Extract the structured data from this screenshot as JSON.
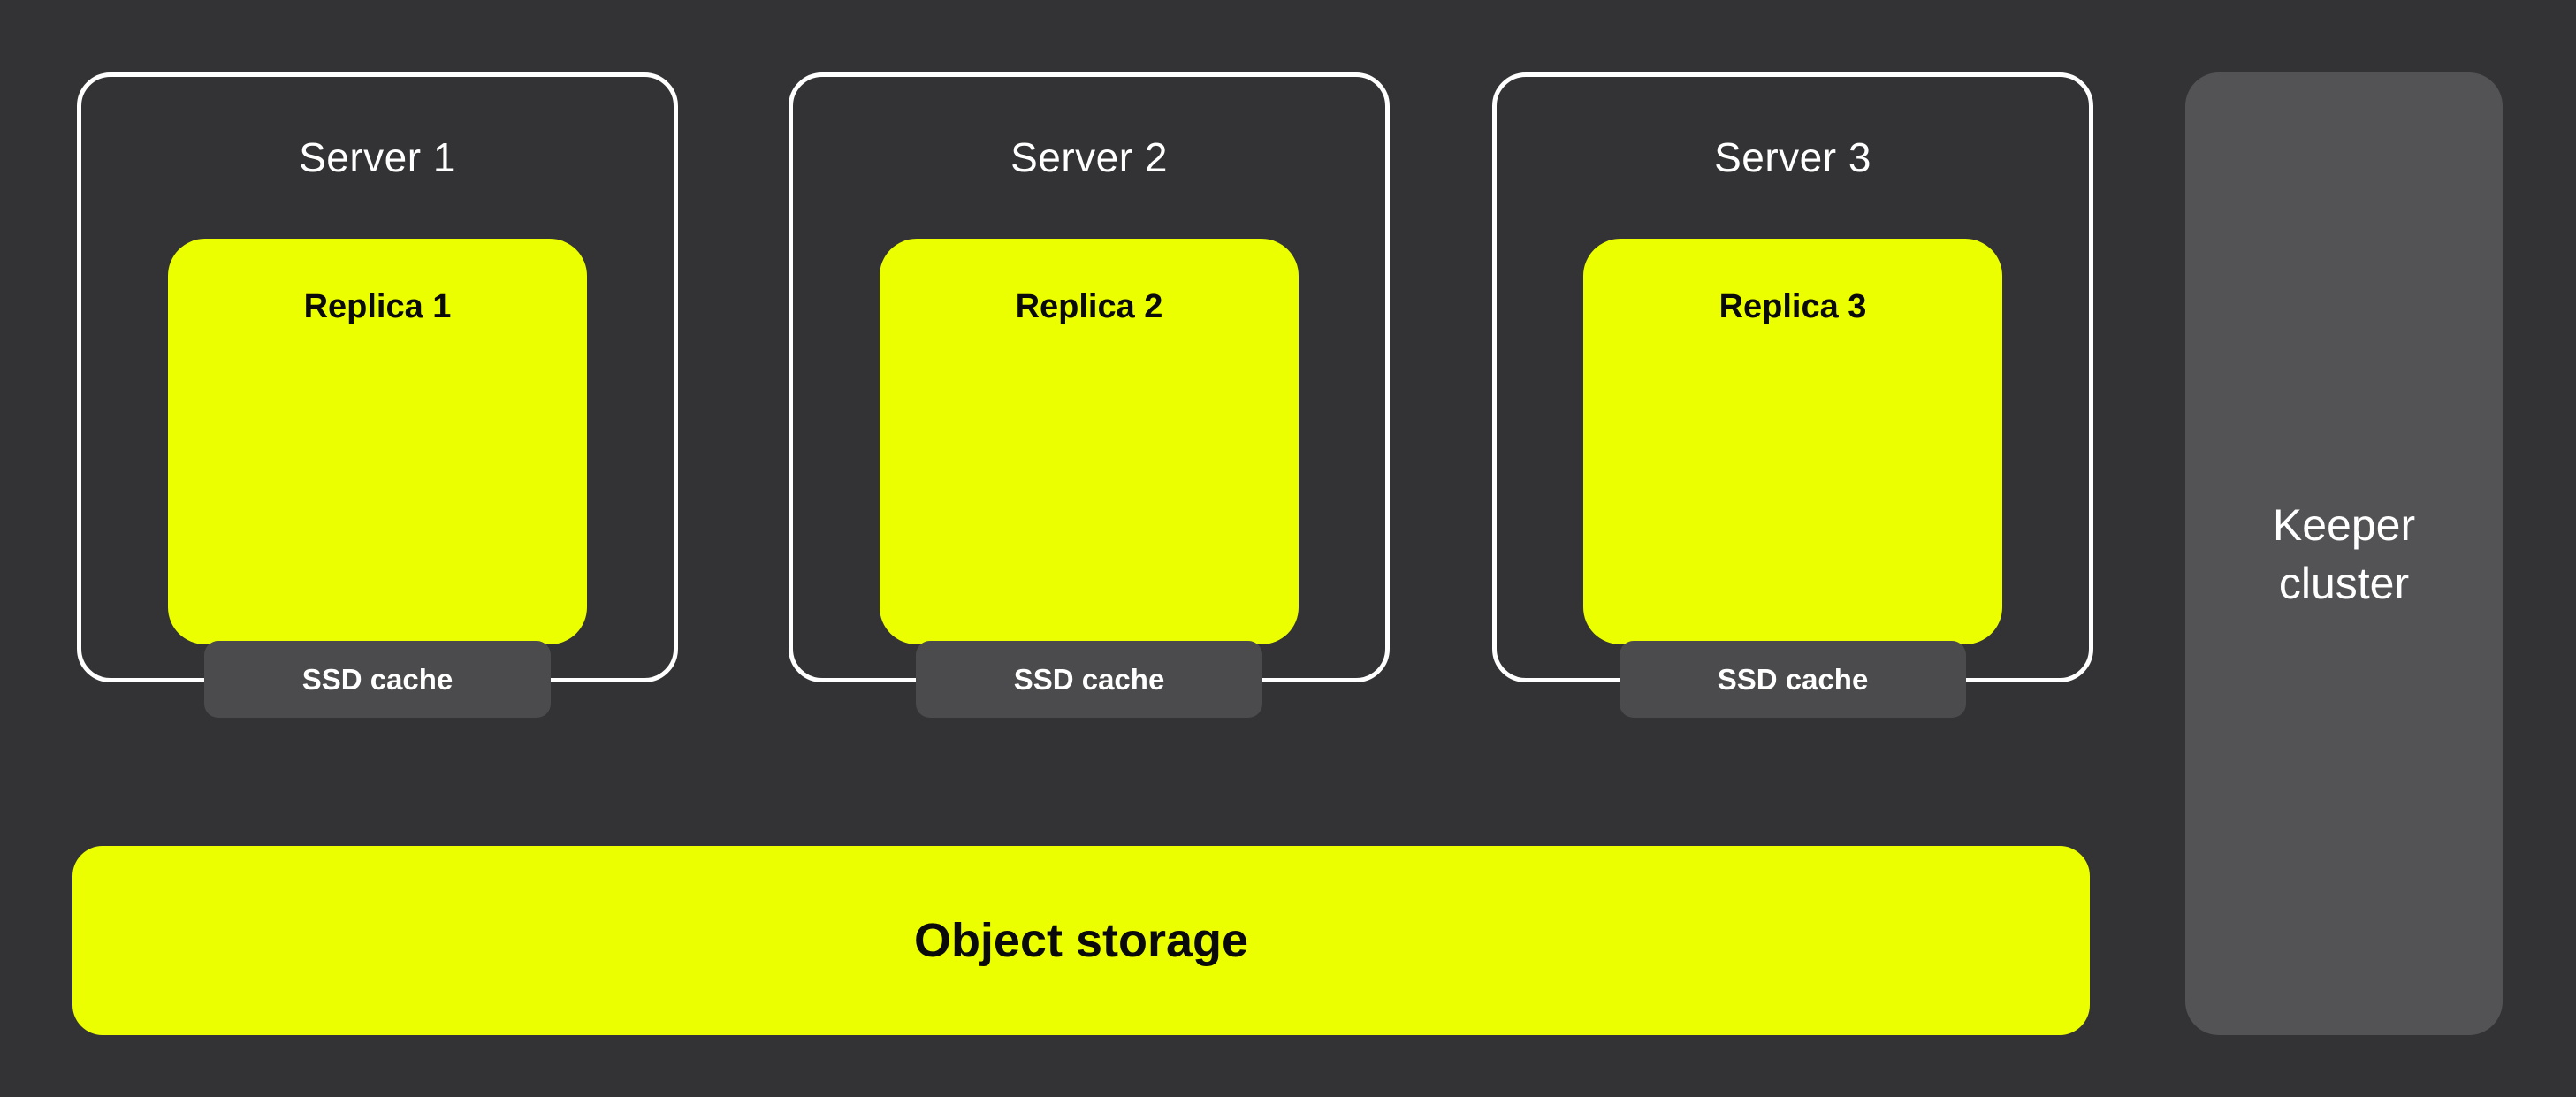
{
  "colors": {
    "background": "#333335",
    "accent_yellow": "#ebff00",
    "chip_gray": "#4b4b4d",
    "panel_gray": "#535356",
    "outline_white": "#ffffff",
    "text_dark": "#0a0a0a",
    "text_light": "#ffffff"
  },
  "servers": [
    {
      "label": "Server 1",
      "replica_label": "Replica 1",
      "cache_label": "SSD cache"
    },
    {
      "label": "Server 2",
      "replica_label": "Replica 2",
      "cache_label": "SSD cache"
    },
    {
      "label": "Server 3",
      "replica_label": "Replica 3",
      "cache_label": "SSD cache"
    }
  ],
  "object_storage": {
    "label": "Object storage"
  },
  "keeper_cluster": {
    "label": "Keeper cluster"
  }
}
